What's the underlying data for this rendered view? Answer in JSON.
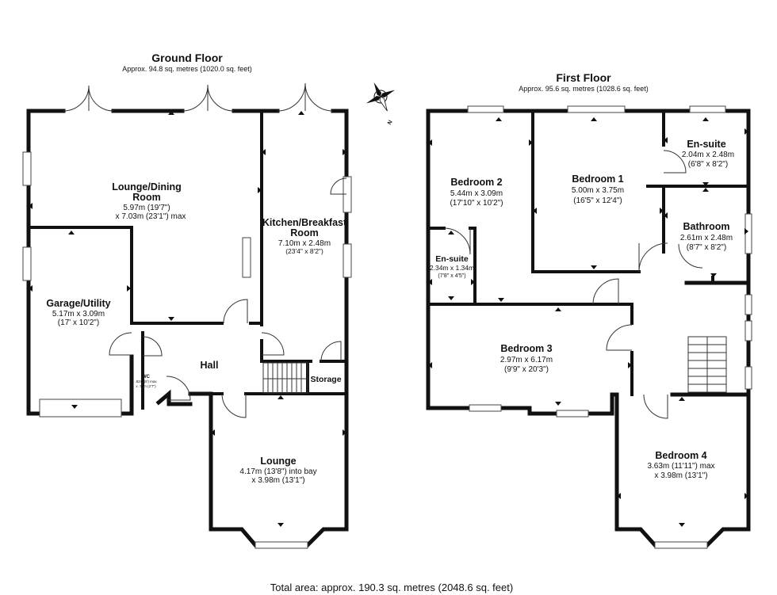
{
  "ground_floor": {
    "title": "Ground Floor",
    "area": "Approx. 94.8 sq. metres (1020.0 sq. feet)",
    "rooms": {
      "lounge_dining": {
        "name1": "Lounge/Dining",
        "name2": "Room",
        "dim1": "5.97m (19'7\")",
        "dim2": "x 7.03m (23'1\") max"
      },
      "kitchen": {
        "name1": "Kitchen/Breakfast",
        "name2": "Room",
        "dim1": "7.10m x 2.48m",
        "dim2": "(23'4\" x 8'2\")"
      },
      "garage": {
        "name": "Garage/Utility",
        "dim1": "5.17m x 3.09m",
        "dim2": "(17' x 10'2\")"
      },
      "wc": {
        "name": "WC",
        "dim1": ".82m (6') max",
        "dim2": "x .79m (2'7\")"
      },
      "hall": {
        "name": "Hall"
      },
      "storage": {
        "name": "Storage"
      },
      "lounge": {
        "name": "Lounge",
        "dim1": "4.17m (13'8\") into bay",
        "dim2": "x 3.98m (13'1\")"
      }
    }
  },
  "first_floor": {
    "title": "First Floor",
    "area": "Approx. 95.6 sq. metres (1028.6 sq. feet)",
    "rooms": {
      "bedroom2": {
        "name": "Bedroom 2",
        "dim1": "5.44m x 3.09m",
        "dim2": "(17'10\" x 10'2\")"
      },
      "bedroom1": {
        "name": "Bedroom 1",
        "dim1": "5.00m x 3.75m",
        "dim2": "(16'5\" x 12'4\")"
      },
      "ensuite1": {
        "name": "En-suite",
        "dim1": "2.04m x 2.48m",
        "dim2": "(6'8\" x 8'2\")"
      },
      "bathroom": {
        "name": "Bathroom",
        "dim1": "2.61m x 2.48m",
        "dim2": "(8'7\" x 8'2\")"
      },
      "ensuite2": {
        "name": "En-suite",
        "dim1": "2.34m x 1.34m",
        "dim2": "(7'8\" x 4'5\")"
      },
      "bedroom3": {
        "name": "Bedroom 3",
        "dim1": "2.97m x 6.17m",
        "dim2": "(9'9\" x 20'3\")"
      },
      "bedroom4": {
        "name": "Bedroom 4",
        "dim1": "3.63m (11'11\") max",
        "dim2": "x 3.98m (13'1\")"
      }
    }
  },
  "compass": {
    "label": "N",
    "icon": "compass-icon"
  },
  "total_area": "Total area: approx. 190.3 sq. metres (2048.6 sq. feet)"
}
